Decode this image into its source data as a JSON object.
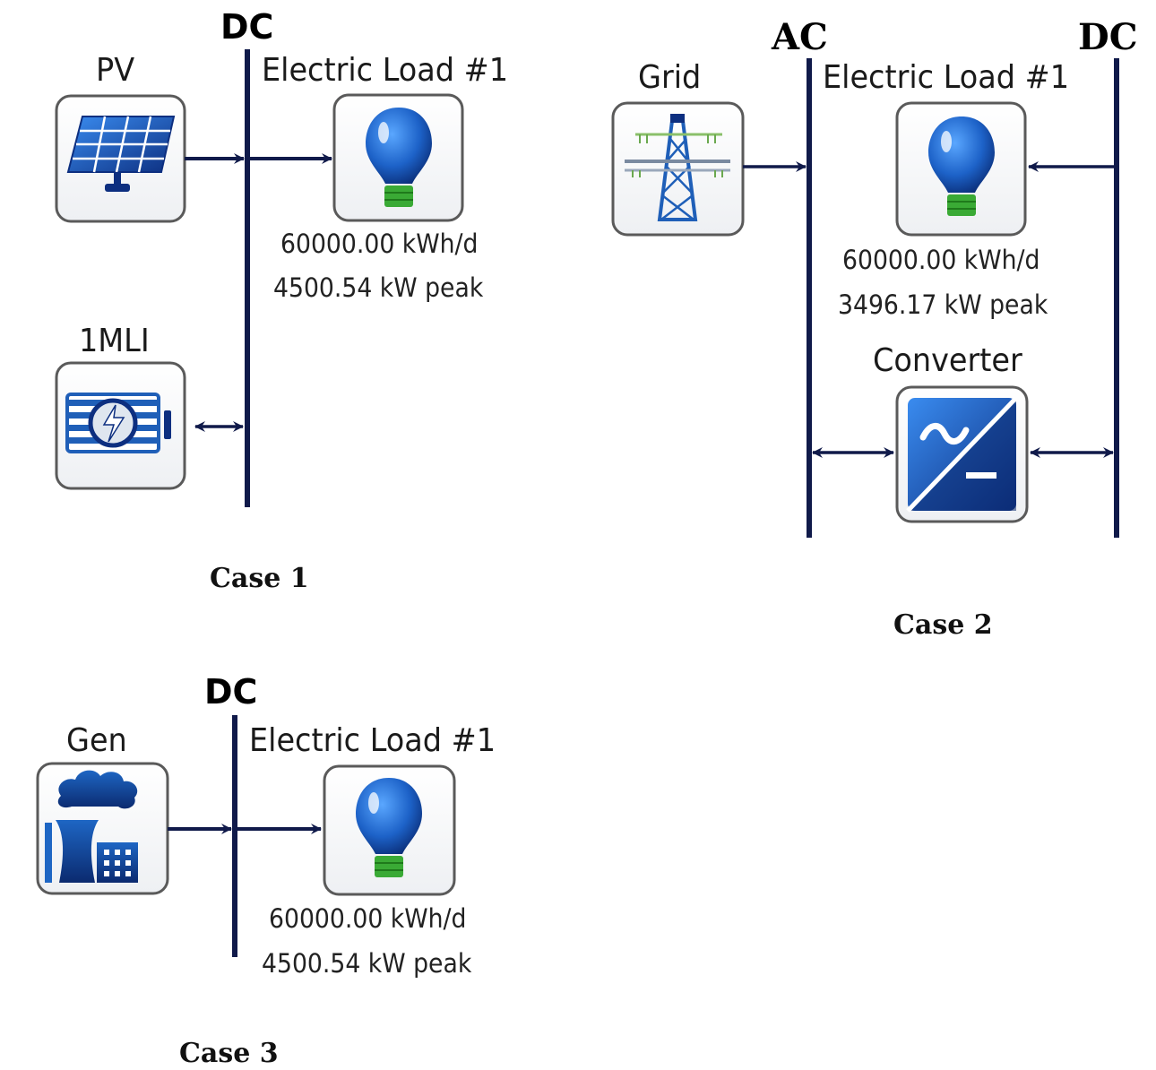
{
  "case1": {
    "caption": "Case 1",
    "bus_label": "DC",
    "pv_label": "PV",
    "mli_label": "1MLI",
    "load_label": "Electric Load #1",
    "load_energy": "60000.00 kWh/d",
    "load_peak": "4500.54 kW peak"
  },
  "case2": {
    "caption": "Case 2",
    "ac_bus_label": "AC",
    "dc_bus_label": "DC",
    "grid_label": "Grid",
    "load_label": "Electric Load #1",
    "load_energy": "60000.00 kWh/d",
    "load_peak": "3496.17 kW peak",
    "converter_label": "Converter"
  },
  "case3": {
    "caption": "Case 3",
    "bus_label": "DC",
    "gen_label": "Gen",
    "load_label": "Electric Load #1",
    "load_energy": "60000.00 kWh/d",
    "load_peak": "4500.54 kW peak"
  },
  "colors": {
    "bus_line": "#101a4a",
    "icon_blue": "#1f5fb8",
    "icon_border": "#5a5a5a",
    "bulb_base": "#3aaa35"
  },
  "icons": {
    "pv": "solar-panel-icon",
    "mli": "inverter-icon",
    "load": "light-bulb-icon",
    "grid": "transmission-tower-icon",
    "converter": "ac-dc-converter-icon",
    "gen": "power-plant-icon"
  }
}
